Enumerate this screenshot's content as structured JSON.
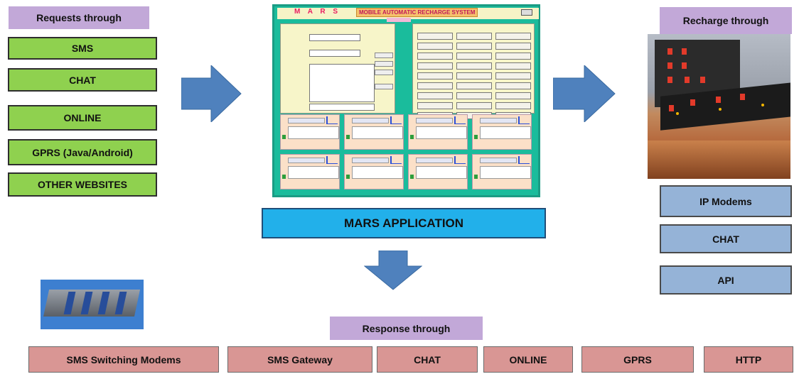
{
  "requests": {
    "header": "Requests through",
    "items": [
      "SMS",
      "CHAT",
      "ONLINE",
      "GPRS (Java/Android)",
      "OTHER WEBSITES"
    ]
  },
  "recharge": {
    "header": "Recharge through",
    "items": [
      "IP Modems",
      "CHAT",
      "API"
    ]
  },
  "application": {
    "label": "MARS APPLICATION",
    "screen_title": "M A R S",
    "screen_subtitle": "MOBILE AUTOMATIC RECHARGE SYSTEM"
  },
  "response": {
    "header": "Response through",
    "items": [
      "SMS Switching Modems",
      "SMS Gateway",
      "CHAT",
      "ONLINE",
      "GPRS",
      "HTTP"
    ]
  },
  "colors": {
    "request_box": "#8fd14f",
    "header_box": "#c2a8d8",
    "recharge_box": "#95b3d7",
    "response_box": "#d99694",
    "app_box": "#22b0ea",
    "arrow": "#4f81bd"
  }
}
